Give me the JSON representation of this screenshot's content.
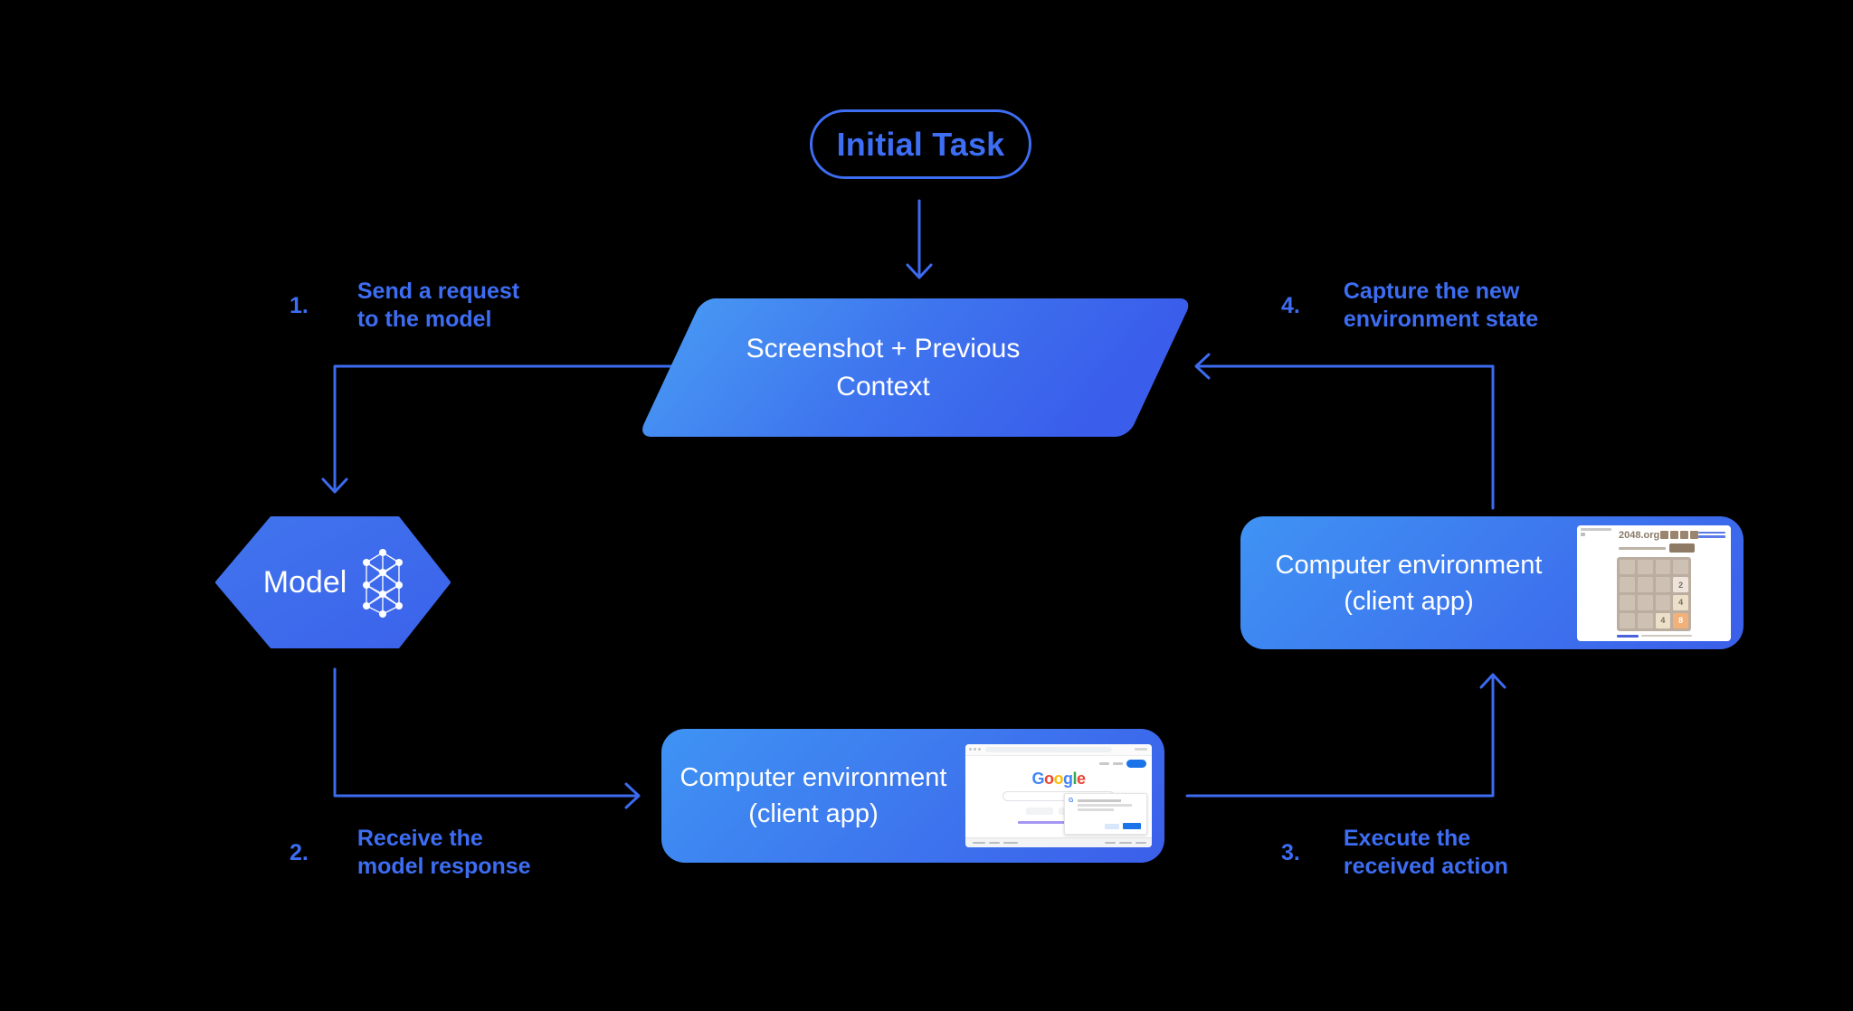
{
  "diagram": {
    "accent_color": "#3D6BF0",
    "background_color": "#000000",
    "initial_task": {
      "label": "Initial Task"
    },
    "screenshot_node": {
      "line1": "Screenshot + Previous",
      "line2": "Context"
    },
    "model_node": {
      "label": "Model",
      "icon": "neural-network-icon"
    },
    "env_right_node": {
      "line1": "Computer environment",
      "line2": "(client app)"
    },
    "env_bottom_node": {
      "line1": "Computer environment",
      "line2": "(client app)"
    },
    "steps": [
      {
        "num": "1.",
        "line1": "Send a request",
        "line2": "to the model"
      },
      {
        "num": "2.",
        "line1": "Receive the",
        "line2": "model response"
      },
      {
        "num": "3.",
        "line1": "Execute the",
        "line2": "received action"
      },
      {
        "num": "4.",
        "line1": "Capture the new",
        "line2": "environment state"
      }
    ]
  },
  "thumbnails": {
    "game": {
      "title": "2048.org",
      "tiles": [
        "2",
        "4",
        "4",
        "8"
      ]
    },
    "browser": {
      "logo_letters": [
        "G",
        "o",
        "o",
        "g",
        "l",
        "e"
      ]
    }
  }
}
